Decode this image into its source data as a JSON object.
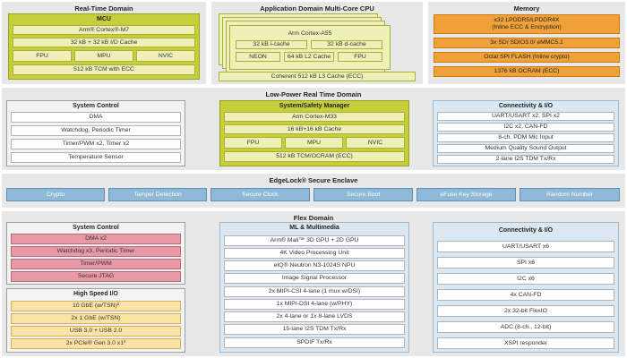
{
  "realtime": {
    "title": "Real-Time Domain",
    "mcu_title": "MCU",
    "core": "Arm® Cortex®-M7",
    "cache": "32 kB + 32 kB I/D Cache",
    "fpu": "FPU",
    "mpu": "MPU",
    "nvic": "NVIC",
    "tcm": "512 kB TCM with ECC"
  },
  "app": {
    "title": "Application Domain Multi-Core CPU",
    "core": "Arm Cortex-A55",
    "icache": "32 kB i-cache",
    "dcache": "32 kB d-cache",
    "neon": "NEON",
    "l2": "64 kB L2 Cache",
    "fpu": "FPU",
    "l3": "Coherent 512 kB L3 Cache (ECC)"
  },
  "memory": {
    "title": "Memory",
    "items": [
      "x32 LPDDR5/LPDDR4X\n(Inline ECC & Encryption)",
      "3x SD/ SDIO3.0/ eMMC5.1",
      "Octal SPI FLASH (Inline crypto)",
      "1376 kB OCRAM (ECC)"
    ]
  },
  "lp": {
    "title": "Low-Power Real Time Domain",
    "sys_title": "System Control",
    "sys_items": [
      "DMA",
      "Watchdog, Periodic Timer",
      "Timer/PWM x2, Timer x2",
      "Temperature Sensor"
    ],
    "safety_title": "System/Safety Manager",
    "safety_core": "Arm Cortex-M33",
    "safety_cache": "16 kB+16 kB Cache",
    "fpu": "FPU",
    "mpu": "MPU",
    "nvic": "NVIC",
    "safety_tcm": "512 kB TCM/OCRAM (ECC)",
    "conn_title": "Connectivity & I/O",
    "conn_items": [
      "UART/USART x2, SPI x2",
      "I2C x2, CAN-FD",
      "8-ch. PDM Mic Input",
      "Medium Quality Sound Output",
      "2-lane I2S TDM Tx/Rx"
    ]
  },
  "edgelock": {
    "title": "EdgeLock® Secure Enclave",
    "items": [
      "Crypto",
      "Tamper Detection",
      "Secure Clock",
      "Secure Boot",
      "eFuse Key Storage",
      "Random Number"
    ]
  },
  "flex": {
    "title": "Flex Domain",
    "sys_title": "System Control",
    "sys_items": [
      "DMA x2",
      "Watchdog x3, Periodic Timer",
      "Timer/PWM",
      "Secure JTAG"
    ],
    "hs_title": "High Speed I/O",
    "hs_items": [
      "10 GbE (w/TSN)²",
      "2x 1 GbE (w/TSN)",
      "USB 3.0 + USB 2.0",
      "2x PCIe® Gen 3.0 x1³"
    ],
    "ml_title": "ML & Multimedia",
    "ml_items": [
      "Arm® Mali™ 3D GPU + 2D GPU",
      "4K Video Processing Unit",
      "eIQ® Neutron N3-1024S NPU",
      "Image Signal Processor",
      "2x MIPI-CSI 4-lane (1 mux w/DSI)",
      "1x MIPI-DSI 4-lane (w/PHY)",
      "2x 4-lane or 1x 8-lane LVDS",
      "15-lane I2S TDM Tx/Rx",
      "SPDIF Tx/Rx"
    ],
    "conn_title": "Connectivity & I/O",
    "conn_items": [
      "UART/USART x6",
      "SPI x6",
      "I2C x6",
      "4x CAN-FD",
      "2x 32-bit FlexIO",
      "ADC (8-ch., 12-bit)",
      "XSPI responder"
    ]
  }
}
